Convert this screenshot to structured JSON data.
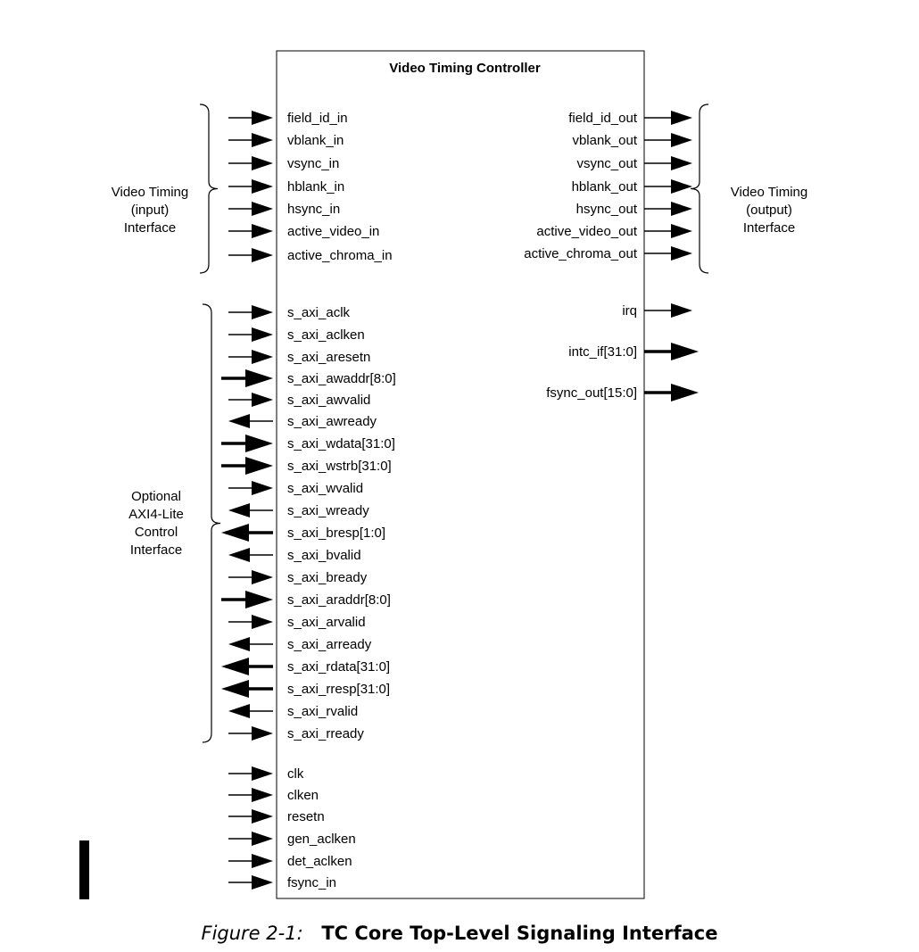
{
  "block": {
    "title": "Video Timing Controller"
  },
  "groups": [
    {
      "id": "vt-in",
      "side": "left",
      "lines": [
        "Video Timing",
        "(input)",
        "Interface"
      ]
    },
    {
      "id": "vt-out",
      "side": "right",
      "lines": [
        "Video Timing",
        "(output)",
        "Interface"
      ]
    },
    {
      "id": "axi",
      "side": "left",
      "lines": [
        "Optional",
        "AXI4-Lite",
        "Control",
        "Interface"
      ]
    }
  ],
  "left_signals": [
    {
      "name": "field_id_in",
      "dir": "in",
      "bus": false
    },
    {
      "name": "vblank_in",
      "dir": "in",
      "bus": false
    },
    {
      "name": "vsync_in",
      "dir": "in",
      "bus": false
    },
    {
      "name": "hblank_in",
      "dir": "in",
      "bus": false
    },
    {
      "name": "hsync_in",
      "dir": "in",
      "bus": false
    },
    {
      "name": "active_video_in",
      "dir": "in",
      "bus": false
    },
    {
      "name": "active_chroma_in",
      "dir": "in",
      "bus": false
    },
    {
      "name": "s_axi_aclk",
      "dir": "in",
      "bus": false
    },
    {
      "name": "s_axi_aclken",
      "dir": "in",
      "bus": false
    },
    {
      "name": "s_axi_aresetn",
      "dir": "in",
      "bus": false
    },
    {
      "name": "s_axi_awaddr[8:0]",
      "dir": "in",
      "bus": true
    },
    {
      "name": "s_axi_awvalid",
      "dir": "in",
      "bus": false
    },
    {
      "name": "s_axi_awready",
      "dir": "out",
      "bus": false
    },
    {
      "name": "s_axi_wdata[31:0]",
      "dir": "in",
      "bus": true
    },
    {
      "name": "s_axi_wstrb[31:0]",
      "dir": "in",
      "bus": true
    },
    {
      "name": "s_axi_wvalid",
      "dir": "in",
      "bus": false
    },
    {
      "name": "s_axi_wready",
      "dir": "out",
      "bus": false
    },
    {
      "name": "s_axi_bresp[1:0]",
      "dir": "out",
      "bus": true
    },
    {
      "name": "s_axi_bvalid",
      "dir": "out",
      "bus": false
    },
    {
      "name": "s_axi_bready",
      "dir": "in",
      "bus": false
    },
    {
      "name": "s_axi_araddr[8:0]",
      "dir": "in",
      "bus": true
    },
    {
      "name": "s_axi_arvalid",
      "dir": "in",
      "bus": false
    },
    {
      "name": "s_axi_arready",
      "dir": "out",
      "bus": false
    },
    {
      "name": "s_axi_rdata[31:0]",
      "dir": "out",
      "bus": true
    },
    {
      "name": "s_axi_rresp[31:0]",
      "dir": "out",
      "bus": true
    },
    {
      "name": "s_axi_rvalid",
      "dir": "out",
      "bus": false
    },
    {
      "name": "s_axi_rready",
      "dir": "in",
      "bus": false
    },
    {
      "name": "clk",
      "dir": "in",
      "bus": false
    },
    {
      "name": "clken",
      "dir": "in",
      "bus": false
    },
    {
      "name": "resetn",
      "dir": "in",
      "bus": false
    },
    {
      "name": "gen_aclken",
      "dir": "in",
      "bus": false
    },
    {
      "name": "det_aclken",
      "dir": "in",
      "bus": false
    },
    {
      "name": "fsync_in",
      "dir": "in",
      "bus": false
    }
  ],
  "right_signals": [
    {
      "name": "field_id_out",
      "dir": "out",
      "bus": false
    },
    {
      "name": "vblank_out",
      "dir": "out",
      "bus": false
    },
    {
      "name": "vsync_out",
      "dir": "out",
      "bus": false
    },
    {
      "name": "hblank_out",
      "dir": "out",
      "bus": false
    },
    {
      "name": "hsync_out",
      "dir": "out",
      "bus": false
    },
    {
      "name": "active_video_out",
      "dir": "out",
      "bus": false
    },
    {
      "name": "active_chroma_out",
      "dir": "out",
      "bus": false
    },
    {
      "name": "irq",
      "dir": "out",
      "bus": false
    },
    {
      "name": "intc_if[31:0]",
      "dir": "out",
      "bus": true
    },
    {
      "name": "fsync_out[15:0]",
      "dir": "out",
      "bus": true
    }
  ],
  "caption": {
    "label": "Figure 2-1:",
    "title": "TC Core Top-Level Signaling Interface"
  }
}
